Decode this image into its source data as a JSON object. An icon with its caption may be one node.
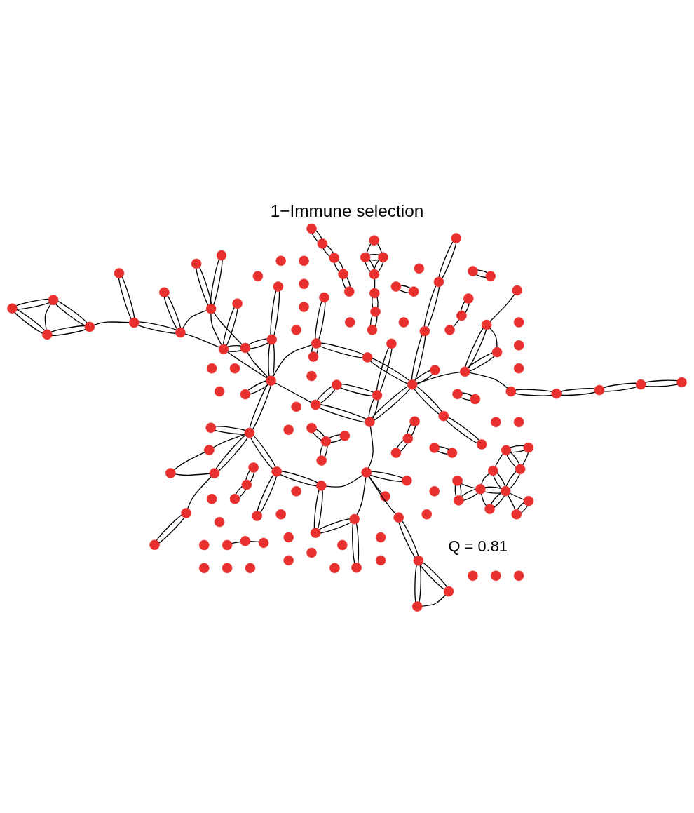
{
  "diagram": {
    "title": "1−Immune selection",
    "nodes": [
      {
        "text": [],
        "shape": "circle"
      },
      {
        "text": [],
        "shape": "circle"
      },
      {
        "text": [],
        "shape": "circle"
      },
      {
        "text": [],
        "shape": "circle"
      },
      {
        "text": [],
        "shape": "circle"
      },
      {
        "text": [],
        "shape": "circle"
      },
      {
        "text": [],
        "shape": "circle"
      },
      {
        "text": [],
        "shape": "circle"
      },
      {
        "text": [],
        "shape": "circle"
      },
      {
        "text": [],
        "shape": "circle"
      },
      {
        "text": [],
        "shape": "circle"
      },
      {
        "text": [],
        "shape": "circle"
      },
      {
        "text": [],
        "shape": "circle"
      },
      {
        "text": [],
        "shape": "circle"
      },
      {
        "text": [],
        "shape": "circle"
      },
      {
        "text": [],
        "shape": "circle"
      },
      {
        "text": [],
        "shape": "circle"
      },
      {
        "text": [],
        "shape": "circle"
      },
      {
        "text": [],
        "shape": "circle"
      },
      {
        "text": [],
        "shape": "circle"
      },
      {
        "text": [],
        "shape": "circle"
      },
      {
        "text": [],
        "shape": "circle"
      },
      {
        "text": [],
        "shape": "circle"
      },
      {
        "text": [],
        "shape": "circle"
      },
      {
        "text": [],
        "shape": "circle"
      },
      {
        "text": [],
        "shape": "circle"
      },
      {
        "text": [],
        "shape": "circle"
      },
      {
        "text": [],
        "shape": "circle"
      },
      {
        "text": [],
        "shape": "circle"
      },
      {
        "text": [],
        "shape": "circle"
      },
      {
        "text": [],
        "shape": "circle"
      },
      {
        "text": [],
        "shape": "circle"
      },
      {
        "text": [],
        "shape": "circle"
      },
      {
        "text": [],
        "shape": "circle"
      },
      {
        "text": [],
        "shape": "circle"
      },
      {
        "text": [],
        "shape": "circle"
      },
      {
        "text": [],
        "shape": "circle"
      },
      {
        "text": [],
        "shape": "circle"
      },
      {
        "text": [],
        "shape": "circle"
      },
      {
        "text": [],
        "shape": "circle"
      },
      {
        "text": [],
        "shape": "circle"
      },
      {
        "text": [],
        "shape": "circle"
      },
      {
        "text": [],
        "shape": "circle"
      },
      {
        "text": [],
        "shape": "circle"
      },
      {
        "text": [],
        "shape": "circle"
      },
      {
        "text": [],
        "shape": "circle"
      },
      {
        "text": [],
        "shape": "circle"
      },
      {
        "text": [],
        "shape": "circle"
      },
      {
        "text": [],
        "shape": "circle"
      },
      {
        "text": [],
        "shape": "circle"
      },
      {
        "text": [],
        "shape": "circle"
      },
      {
        "text": [],
        "shape": "circle"
      },
      {
        "text": [],
        "shape": "circle"
      },
      {
        "text": [],
        "shape": "circle"
      },
      {
        "text": [],
        "shape": "circle"
      },
      {
        "text": [],
        "shape": "circle"
      },
      {
        "text": [],
        "shape": "circle"
      },
      {
        "text": [],
        "shape": "circle"
      },
      {
        "text": [],
        "shape": "circle"
      },
      {
        "text": [],
        "shape": "circle"
      },
      {
        "text": [],
        "shape": "circle"
      },
      {
        "text": [],
        "shape": "circle"
      },
      {
        "text": [],
        "shape": "circle"
      },
      {
        "text": [],
        "shape": "circle"
      },
      {
        "text": [],
        "shape": "circle"
      },
      {
        "text": [],
        "shape": "circle"
      },
      {
        "text": [],
        "shape": "circle"
      },
      {
        "text": [],
        "shape": "circle"
      },
      {
        "text": [],
        "shape": "circle"
      },
      {
        "text": [],
        "shape": "circle"
      },
      {
        "text": [],
        "shape": "circle"
      },
      {
        "text": [],
        "shape": "circle"
      },
      {
        "text": [],
        "shape": "circle"
      },
      {
        "text": [],
        "shape": "circle"
      },
      {
        "text": [],
        "shape": "circle"
      },
      {
        "text": [],
        "shape": "circle"
      },
      {
        "text": [],
        "shape": "circle"
      },
      {
        "text": [],
        "shape": "circle"
      },
      {
        "text": [],
        "shape": "circle"
      },
      {
        "text": [],
        "shape": "circle"
      },
      {
        "text": [],
        "shape": "circle"
      },
      {
        "text": [],
        "shape": "circle"
      },
      {
        "text": [],
        "shape": "circle"
      },
      {
        "text": [],
        "shape": "circle"
      },
      {
        "text": [],
        "shape": "circle"
      },
      {
        "text": [],
        "shape": "circle"
      },
      {
        "text": [],
        "shape": "circle"
      },
      {
        "text": [],
        "shape": "circle"
      },
      {
        "text": [],
        "shape": "circle"
      },
      {
        "text": [],
        "shape": "circle"
      },
      {
        "text": [],
        "shape": "circle"
      },
      {
        "text": [],
        "shape": "circle"
      },
      {
        "text": [],
        "shape": "circle"
      },
      {
        "text": [],
        "shape": "circle"
      },
      {
        "text": [],
        "shape": "circle"
      },
      {
        "text": [],
        "shape": "circle"
      },
      {
        "text": [],
        "shape": "circle"
      },
      {
        "text": [],
        "shape": "circle"
      },
      {
        "text": [],
        "shape": "circle"
      },
      {
        "text": [],
        "shape": "circle"
      },
      {
        "text": [],
        "shape": "circle"
      },
      {
        "text": [],
        "shape": "circle"
      },
      {
        "text": [],
        "shape": "circle"
      },
      {
        "text": [],
        "shape": "circle"
      },
      {
        "text": [],
        "shape": "circle"
      },
      {
        "text": [],
        "shape": "circle"
      },
      {
        "text": [],
        "shape": "circle"
      },
      {
        "text": [],
        "shape": "circle"
      },
      {
        "text": [],
        "shape": "circle"
      },
      {
        "text": [],
        "shape": "circle"
      },
      {
        "text": [],
        "shape": "circle"
      },
      {
        "text": [],
        "shape": "circle"
      },
      {
        "text": [],
        "shape": "circle"
      },
      {
        "text": [],
        "shape": "circle"
      },
      {
        "text": [],
        "shape": "circle"
      },
      {
        "text": [],
        "shape": "circle"
      },
      {
        "text": [],
        "shape": "circle"
      },
      {
        "text": [],
        "shape": "circle"
      },
      {
        "text": [],
        "shape": "circle"
      },
      {
        "text": [],
        "shape": "circle"
      },
      {
        "text": [],
        "shape": "circle"
      },
      {
        "text": [],
        "shape": "circle"
      },
      {
        "text": [],
        "shape": "circle"
      },
      {
        "text": [],
        "shape": "circle"
      },
      {
        "text": [],
        "shape": "circle"
      },
      {
        "text": [],
        "shape": "circle"
      },
      {
        "text": [],
        "shape": "circle"
      },
      {
        "text": [],
        "shape": "circle"
      },
      {
        "text": [],
        "shape": "circle"
      },
      {
        "text": [],
        "shape": "circle"
      },
      {
        "text": [],
        "shape": "circle"
      },
      {
        "text": [],
        "shape": "circle"
      },
      {
        "text": [],
        "shape": "circle"
      },
      {
        "text": [],
        "shape": "circle"
      },
      {
        "text": [],
        "shape": "circle"
      },
      {
        "text": [],
        "shape": "circle"
      },
      {
        "text": [],
        "shape": "circle"
      },
      {
        "text": [],
        "shape": "circle"
      },
      {
        "text": [],
        "shape": "circle"
      },
      {
        "text": [],
        "shape": "circle"
      },
      {
        "text": [],
        "shape": "circle"
      },
      {
        "text": [],
        "shape": "circle"
      },
      {
        "text": [],
        "shape": "circle"
      },
      {
        "text": [],
        "shape": "circle"
      },
      {
        "text": [],
        "shape": "circle"
      },
      {
        "text": [],
        "shape": "circle"
      },
      {
        "text": [],
        "shape": "circle"
      },
      {
        "text": [],
        "shape": "circle"
      },
      {
        "text": [],
        "shape": "circle"
      },
      {
        "text": [],
        "shape": "circle"
      }
    ],
    "edges": [
      {
        "from": 40,
        "to": 41,
        "arrow": "none"
      },
      {
        "from": 40,
        "to": 41,
        "arrow": "none"
      },
      {
        "from": 42,
        "to": 43,
        "arrow": "none"
      },
      {
        "from": 42,
        "to": 43,
        "arrow": "none"
      },
      {
        "from": 43,
        "to": 44,
        "arrow": "none"
      },
      {
        "from": 43,
        "to": 44,
        "arrow": "none"
      },
      {
        "from": 45,
        "to": 46,
        "arrow": "none"
      },
      {
        "from": 45,
        "to": 46,
        "arrow": "none"
      },
      {
        "from": 45,
        "to": 47,
        "arrow": "none"
      },
      {
        "from": 45,
        "to": 47,
        "arrow": "none"
      },
      {
        "from": 46,
        "to": 47,
        "arrow": "none"
      },
      {
        "from": 46,
        "to": 48,
        "arrow": "none"
      },
      {
        "from": 46,
        "to": 48,
        "arrow": "none"
      },
      {
        "from": 47,
        "to": 48,
        "arrow": "none"
      },
      {
        "from": 47,
        "to": 48,
        "arrow": "none"
      },
      {
        "from": 48,
        "to": 52,
        "arrow": "none"
      },
      {
        "from": 49,
        "to": 52,
        "arrow": "none"
      },
      {
        "from": 49,
        "to": 52,
        "arrow": "none"
      },
      {
        "from": 50,
        "to": 53,
        "arrow": "none"
      },
      {
        "from": 50,
        "to": 53,
        "arrow": "none"
      },
      {
        "from": 51,
        "to": 53,
        "arrow": "none"
      },
      {
        "from": 51,
        "to": 53,
        "arrow": "none"
      },
      {
        "from": 52,
        "to": 54,
        "arrow": "none"
      },
      {
        "from": 52,
        "to": 54,
        "arrow": "none"
      },
      {
        "from": 53,
        "to": 54,
        "arrow": "none"
      },
      {
        "from": 55,
        "to": 54,
        "arrow": "none"
      },
      {
        "from": 55,
        "to": 54,
        "arrow": "none"
      },
      {
        "from": 53,
        "to": 56,
        "arrow": "none"
      },
      {
        "from": 54,
        "to": 56,
        "arrow": "none"
      },
      {
        "from": 56,
        "to": 57,
        "arrow": "none"
      },
      {
        "from": 56,
        "to": 57,
        "arrow": "none"
      },
      {
        "from": 56,
        "to": 58,
        "arrow": "none"
      },
      {
        "from": 56,
        "to": 58,
        "arrow": "none"
      },
      {
        "from": 53,
        "to": 58,
        "arrow": "none"
      },
      {
        "from": 58,
        "to": 59,
        "arrow": "none"
      },
      {
        "from": 58,
        "to": 59,
        "arrow": "none"
      },
      {
        "from": 58,
        "to": 61,
        "arrow": "none"
      },
      {
        "from": 60,
        "to": 59,
        "arrow": "none"
      },
      {
        "from": 60,
        "to": 59,
        "arrow": "none"
      },
      {
        "from": 59,
        "to": 61,
        "arrow": "none"
      },
      {
        "from": 59,
        "to": 61,
        "arrow": "none"
      },
      {
        "from": 56,
        "to": 61,
        "arrow": "none"
      },
      {
        "from": 61,
        "to": 62,
        "arrow": "none"
      },
      {
        "from": 61,
        "to": 62,
        "arrow": "none"
      },
      {
        "from": 61,
        "to": 66,
        "arrow": "none"
      },
      {
        "from": 61,
        "to": 66,
        "arrow": "none"
      },
      {
        "from": 61,
        "to": 63,
        "arrow": "none"
      },
      {
        "from": 90,
        "to": 61,
        "arrow": "none"
      },
      {
        "from": 63,
        "to": 64,
        "arrow": "none"
      },
      {
        "from": 63,
        "to": 64,
        "arrow": "none"
      },
      {
        "from": 63,
        "to": 74,
        "arrow": "none"
      },
      {
        "from": 63,
        "to": 74,
        "arrow": "none"
      },
      {
        "from": 64,
        "to": 75,
        "arrow": "none"
      },
      {
        "from": 64,
        "to": 75,
        "arrow": "none"
      },
      {
        "from": 74,
        "to": 75,
        "arrow": "none"
      },
      {
        "from": 74,
        "to": 75,
        "arrow": "none"
      },
      {
        "from": 75,
        "to": 76,
        "arrow": "none"
      },
      {
        "from": 75,
        "to": 76,
        "arrow": "none"
      },
      {
        "from": 74,
        "to": 95,
        "arrow": "none"
      },
      {
        "from": 74,
        "to": 95,
        "arrow": "none"
      },
      {
        "from": 74,
        "to": 79,
        "arrow": "none"
      },
      {
        "from": 65,
        "to": 66,
        "arrow": "none"
      },
      {
        "from": 65,
        "to": 66,
        "arrow": "none"
      },
      {
        "from": 66,
        "to": 67,
        "arrow": "none"
      },
      {
        "from": 67,
        "to": 68,
        "arrow": "none"
      },
      {
        "from": 66,
        "to": 69,
        "arrow": "none"
      },
      {
        "from": 66,
        "to": 69,
        "arrow": "none"
      },
      {
        "from": 68,
        "to": 69,
        "arrow": "none"
      },
      {
        "from": 66,
        "to": 72,
        "arrow": "none"
      },
      {
        "from": 66,
        "to": 72,
        "arrow": "none"
      },
      {
        "from": 72,
        "to": 73,
        "arrow": "none"
      },
      {
        "from": 72,
        "to": 73,
        "arrow": "none"
      },
      {
        "from": 72,
        "to": 77,
        "arrow": "none"
      },
      {
        "from": 72,
        "to": 77,
        "arrow": "none"
      },
      {
        "from": 69,
        "to": 70,
        "arrow": "none"
      },
      {
        "from": 70,
        "to": 71,
        "arrow": "none"
      },
      {
        "from": 70,
        "to": 71,
        "arrow": "none"
      },
      {
        "from": 77,
        "to": 78,
        "arrow": "none"
      },
      {
        "from": 77,
        "to": 78,
        "arrow": "none"
      },
      {
        "from": 77,
        "to": 79,
        "arrow": "none"
      },
      {
        "from": 78,
        "to": 80,
        "arrow": "none"
      },
      {
        "from": 78,
        "to": 80,
        "arrow": "none"
      },
      {
        "from": 79,
        "to": 80,
        "arrow": "none"
      },
      {
        "from": 80,
        "to": 81,
        "arrow": "none"
      },
      {
        "from": 80,
        "to": 81,
        "arrow": "none"
      },
      {
        "from": 79,
        "to": 82,
        "arrow": "none"
      },
      {
        "from": 79,
        "to": 82,
        "arrow": "none"
      },
      {
        "from": 79,
        "to": 83,
        "arrow": "none"
      },
      {
        "from": 79,
        "to": 84,
        "arrow": "none"
      },
      {
        "from": 84,
        "to": 85,
        "arrow": "none"
      },
      {
        "from": 84,
        "to": 85,
        "arrow": "none"
      },
      {
        "from": 85,
        "to": 86,
        "arrow": "none"
      },
      {
        "from": 85,
        "to": 86,
        "arrow": "none"
      },
      {
        "from": 85,
        "to": 87,
        "arrow": "none"
      },
      {
        "from": 85,
        "to": 87,
        "arrow": "none"
      },
      {
        "from": 86,
        "to": 87,
        "arrow": "none"
      },
      {
        "from": 88,
        "to": 90,
        "arrow": "none"
      },
      {
        "from": 88,
        "to": 90,
        "arrow": "none"
      },
      {
        "from": 89,
        "to": 90,
        "arrow": "none"
      },
      {
        "from": 89,
        "to": 90,
        "arrow": "none"
      },
      {
        "from": 90,
        "to": 91,
        "arrow": "none"
      },
      {
        "from": 90,
        "to": 91,
        "arrow": "none"
      },
      {
        "from": 91,
        "to": 95,
        "arrow": "none"
      },
      {
        "from": 91,
        "to": 95,
        "arrow": "none"
      },
      {
        "from": 92,
        "to": 93,
        "arrow": "none"
      },
      {
        "from": 92,
        "to": 93,
        "arrow": "none"
      },
      {
        "from": 93,
        "to": 94,
        "arrow": "none"
      },
      {
        "from": 93,
        "to": 94,
        "arrow": "none"
      },
      {
        "from": 94,
        "to": 95,
        "arrow": "none"
      },
      {
        "from": 94,
        "to": 95,
        "arrow": "none"
      },
      {
        "from": 95,
        "to": 96,
        "arrow": "none"
      },
      {
        "from": 95,
        "to": 96,
        "arrow": "none"
      },
      {
        "from": 95,
        "to": 97,
        "arrow": "none"
      },
      {
        "from": 95,
        "to": 97,
        "arrow": "none"
      },
      {
        "from": 97,
        "to": 98,
        "arrow": "none"
      },
      {
        "from": 97,
        "to": 98,
        "arrow": "none"
      },
      {
        "from": 95,
        "to": 104,
        "arrow": "none"
      },
      {
        "from": 99,
        "to": 100,
        "arrow": "none"
      },
      {
        "from": 99,
        "to": 100,
        "arrow": "none"
      },
      {
        "from": 100,
        "to": 101,
        "arrow": "none"
      },
      {
        "from": 100,
        "to": 101,
        "arrow": "none"
      },
      {
        "from": 101,
        "to": 102,
        "arrow": "none"
      },
      {
        "from": 101,
        "to": 102,
        "arrow": "none"
      },
      {
        "from": 102,
        "to": 103,
        "arrow": "none"
      },
      {
        "from": 102,
        "to": 103,
        "arrow": "none"
      },
      {
        "from": 103,
        "to": 104,
        "arrow": "none"
      },
      {
        "from": 104,
        "to": 105,
        "arrow": "none"
      },
      {
        "from": 104,
        "to": 105,
        "arrow": "none"
      },
      {
        "from": 104,
        "to": 106,
        "arrow": "none"
      },
      {
        "from": 104,
        "to": 106,
        "arrow": "none"
      },
      {
        "from": 105,
        "to": 106,
        "arrow": "none"
      },
      {
        "from": 106,
        "to": 107,
        "arrow": "none"
      },
      {
        "from": 108,
        "to": 109,
        "arrow": "none"
      },
      {
        "from": 108,
        "to": 109,
        "arrow": "none"
      },
      {
        "from": 109,
        "to": 110,
        "arrow": "none"
      },
      {
        "from": 109,
        "to": 110,
        "arrow": "none"
      },
      {
        "from": 110,
        "to": 111,
        "arrow": "none"
      },
      {
        "from": 111,
        "to": 112,
        "arrow": "none"
      },
      {
        "from": 111,
        "to": 112,
        "arrow": "none"
      },
      {
        "from": 111,
        "to": 113,
        "arrow": "none"
      },
      {
        "from": 111,
        "to": 113,
        "arrow": "none"
      },
      {
        "from": 112,
        "to": 113,
        "arrow": "none"
      },
      {
        "from": 112,
        "to": 113,
        "arrow": "none"
      },
      {
        "from": 112,
        "to": 114,
        "arrow": "none"
      },
      {
        "from": 113,
        "to": 114,
        "arrow": "none"
      },
      {
        "from": 115,
        "to": 116,
        "arrow": "none"
      },
      {
        "from": 116,
        "to": 117,
        "arrow": "none"
      },
      {
        "from": 116,
        "to": 117,
        "arrow": "none"
      },
      {
        "from": 118,
        "to": 119,
        "arrow": "none"
      },
      {
        "from": 118,
        "to": 119,
        "arrow": "none"
      },
      {
        "from": 120,
        "to": 121,
        "arrow": "none"
      },
      {
        "from": 120,
        "to": 121,
        "arrow": "none"
      },
      {
        "from": 120,
        "to": 122,
        "arrow": "none"
      },
      {
        "from": 121,
        "to": 122,
        "arrow": "none"
      },
      {
        "from": 122,
        "to": 123,
        "arrow": "none"
      },
      {
        "from": 122,
        "to": 123,
        "arrow": "none"
      },
      {
        "from": 124,
        "to": 125,
        "arrow": "none"
      },
      {
        "from": 124,
        "to": 126,
        "arrow": "none"
      },
      {
        "from": 124,
        "to": 126,
        "arrow": "none"
      },
      {
        "from": 125,
        "to": 126,
        "arrow": "none"
      },
      {
        "from": 125,
        "to": 126,
        "arrow": "none"
      },
      {
        "from": 125,
        "to": 122,
        "arrow": "none"
      },
      {
        "from": 125,
        "to": 122,
        "arrow": "none"
      },
      {
        "from": 122,
        "to": 127,
        "arrow": "none"
      },
      {
        "from": 122,
        "to": 127,
        "arrow": "none"
      },
      {
        "from": 122,
        "to": 128,
        "arrow": "none"
      },
      {
        "from": 122,
        "to": 128,
        "arrow": "none"
      },
      {
        "from": 126,
        "to": 127,
        "arrow": "none"
      },
      {
        "from": 127,
        "to": 128,
        "arrow": "none"
      },
      {
        "from": 123,
        "to": 128,
        "arrow": "none"
      },
      {
        "from": 128,
        "to": 129,
        "arrow": "none"
      },
      {
        "from": 128,
        "to": 129,
        "arrow": "none"
      },
      {
        "from": 128,
        "to": 130,
        "arrow": "none"
      },
      {
        "from": 129,
        "to": 130,
        "arrow": "none"
      },
      {
        "from": 129,
        "to": 130,
        "arrow": "none"
      },
      {
        "from": 131,
        "to": 133,
        "arrow": "none"
      },
      {
        "from": 132,
        "to": 133,
        "arrow": "none"
      },
      {
        "from": 134,
        "to": 135,
        "arrow": "none"
      },
      {
        "from": 134,
        "to": 135,
        "arrow": "none"
      },
      {
        "from": 135,
        "to": 136,
        "arrow": "none"
      },
      {
        "from": 135,
        "to": 136,
        "arrow": "none"
      },
      {
        "from": 137,
        "to": 139,
        "arrow": "none"
      },
      {
        "from": 137,
        "to": 139,
        "arrow": "none"
      },
      {
        "from": 138,
        "to": 139,
        "arrow": "none"
      },
      {
        "from": 138,
        "to": 139,
        "arrow": "none"
      },
      {
        "from": 139,
        "to": 140,
        "arrow": "none"
      },
      {
        "from": 139,
        "to": 140,
        "arrow": "none"
      },
      {
        "from": 141,
        "to": 142,
        "arrow": "none"
      },
      {
        "from": 141,
        "to": 142,
        "arrow": "none"
      },
      {
        "from": 142,
        "to": 143,
        "arrow": "none"
      },
      {
        "from": 142,
        "to": 143,
        "arrow": "none"
      },
      {
        "from": 143,
        "to": 144,
        "arrow": "none"
      },
      {
        "from": 143,
        "to": 144,
        "arrow": "none"
      },
      {
        "from": 144,
        "to": 145,
        "arrow": "none"
      },
      {
        "from": 144,
        "to": 145,
        "arrow": "none"
      },
      {
        "from": 146,
        "to": 147,
        "arrow": "none"
      },
      {
        "from": 146,
        "to": 147,
        "arrow": "none"
      },
      {
        "from": 148,
        "to": 149,
        "arrow": "none"
      },
      {
        "from": 148,
        "to": 149,
        "arrow": "none"
      }
    ],
    "labels": [
      "Q = 0.81"
    ]
  }
}
